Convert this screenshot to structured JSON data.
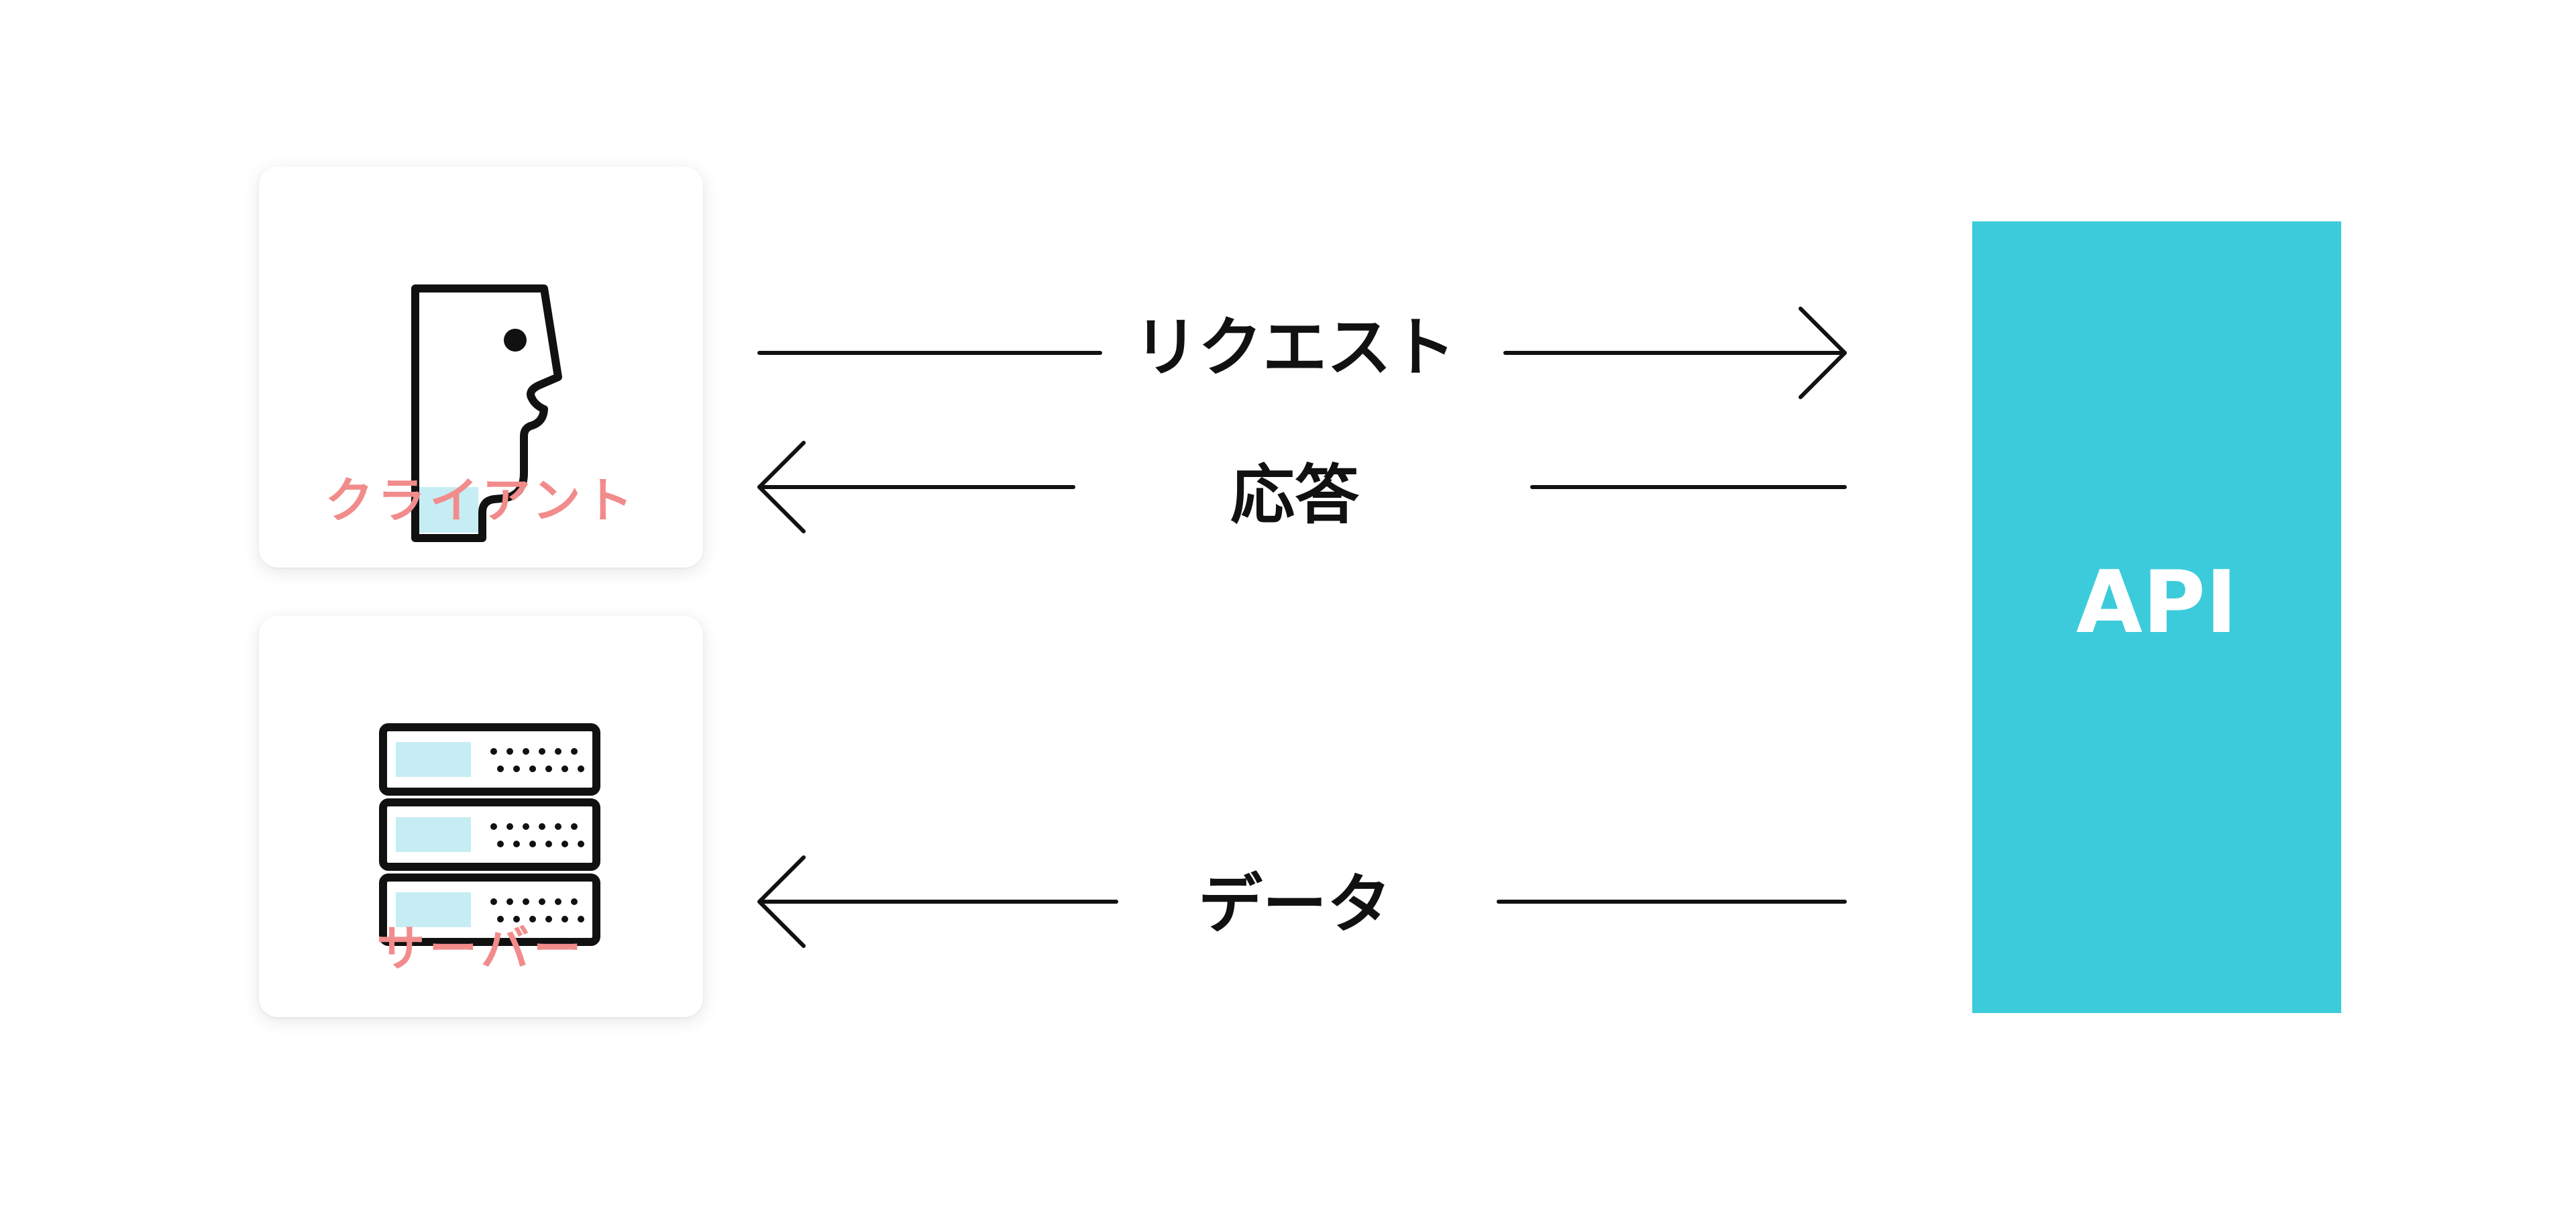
{
  "colors": {
    "label": "#f28b8b",
    "api": "#3ccbdb",
    "icon_fill": "#c6edf3",
    "stroke": "#111111"
  },
  "client": {
    "label": "クライアント",
    "icon": "person-head-icon"
  },
  "server": {
    "label": "サーバー",
    "icon": "server-rack-icon"
  },
  "api": {
    "label": "API"
  },
  "flows": {
    "request": "リクエスト",
    "response": "応答",
    "data": "データ"
  }
}
